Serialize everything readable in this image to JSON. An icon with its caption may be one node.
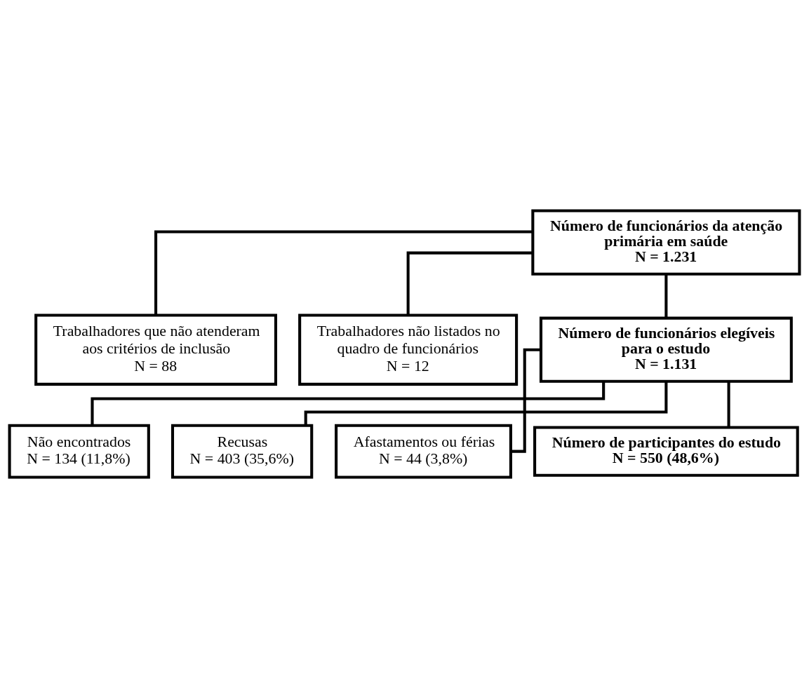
{
  "diagram": {
    "nodes": [
      {
        "text": [
          "Número de funcionários da atenção primária em saúde",
          "N = 1.231"
        ]
      },
      {
        "text": [
          "Trabalhadores que não atenderam aos critérios de inclusão",
          "N = 88"
        ]
      },
      {
        "text": [
          "Trabalhadores não listados no quadro de funcionários",
          "N = 12"
        ]
      },
      {
        "text": [
          "Número de funcionários elegíveis para o estudo",
          "N = 1.131"
        ]
      },
      {
        "text": [
          "Não encontrados",
          "N = 134 (11,8%)"
        ]
      },
      {
        "text": [
          "Recusas",
          "N = 403 (35,6%)"
        ]
      },
      {
        "text": [
          "Afastamentos ou férias",
          "N = 44 (3,8%)"
        ]
      },
      {
        "text": [
          "Número de participantes do estudo",
          "N = 550 (48,6%)"
        ]
      }
    ],
    "edges": [
      {
        "from": 0,
        "to": 3,
        "arrow": "none"
      },
      {
        "from": 0,
        "to": 1,
        "arrow": "none"
      },
      {
        "from": 0,
        "to": 2,
        "arrow": "none"
      },
      {
        "from": 3,
        "to": 7,
        "arrow": "none"
      },
      {
        "from": 3,
        "to": 4,
        "arrow": "none"
      },
      {
        "from": 3,
        "to": 5,
        "arrow": "none"
      },
      {
        "from": 3,
        "to": 6,
        "arrow": "none"
      }
    ]
  }
}
